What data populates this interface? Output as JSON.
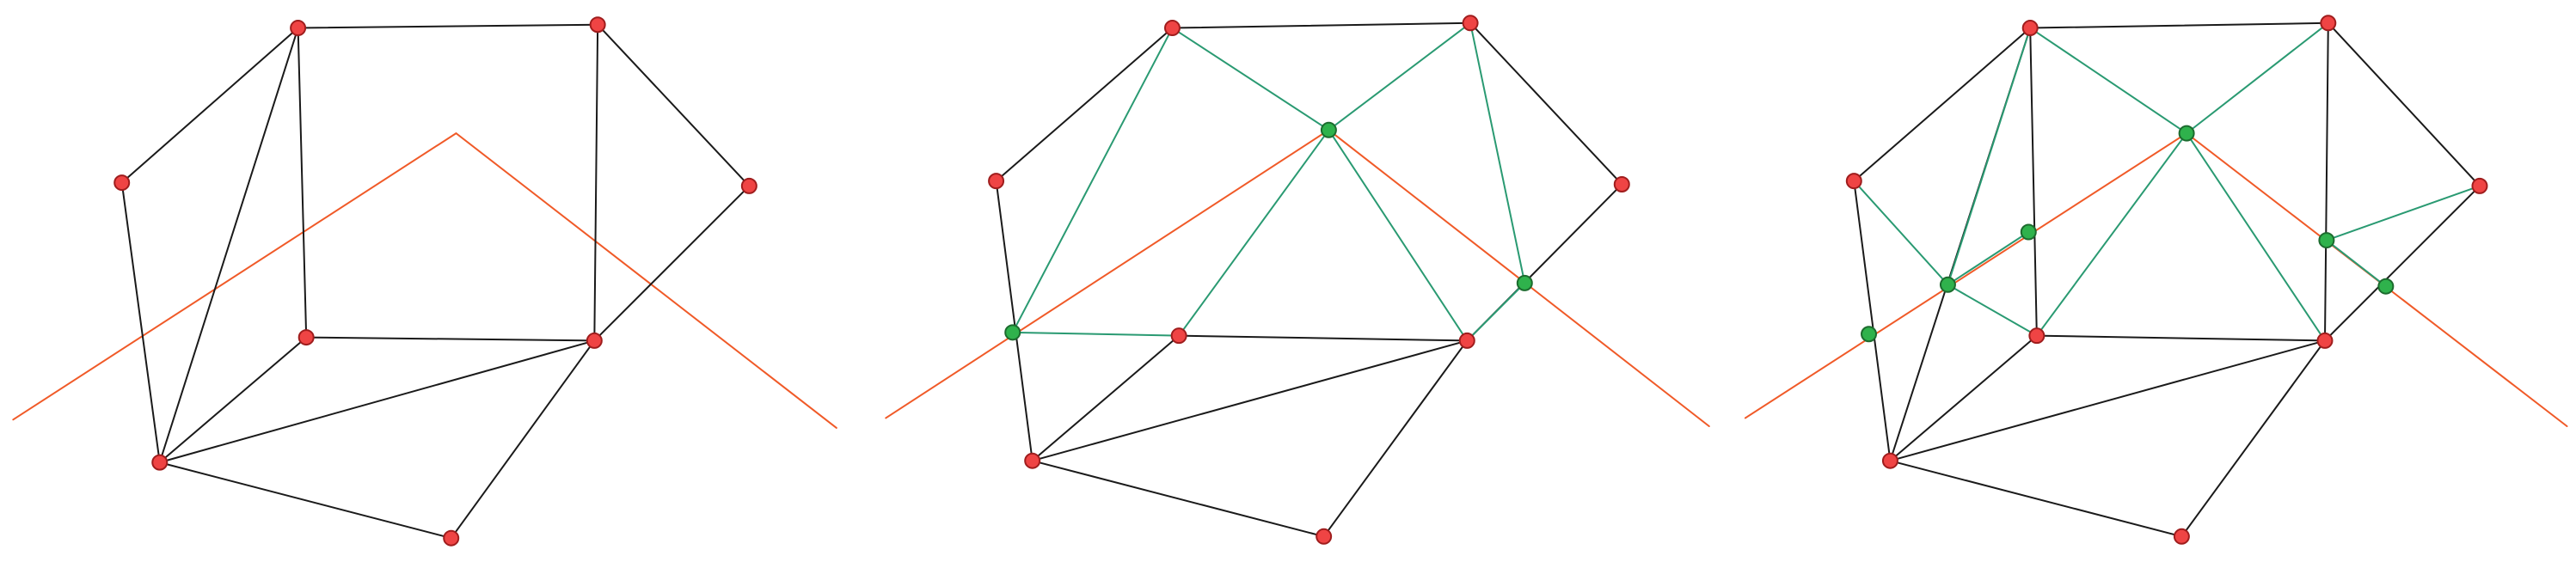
{
  "colors": {
    "background": "#ffffff",
    "original_edge": "#1a1a1a",
    "new_edge": "#2a9a72",
    "cut_polyline": "#f05a28",
    "original_vertex": "#ef4444",
    "new_vertex": "#2fb24c"
  },
  "panels": [
    {
      "id": "panel-1-original-mesh-with-cut-line"
    },
    {
      "id": "panel-2-intersection-vertices-inserted"
    },
    {
      "id": "panel-3-retriangulated-mesh"
    }
  ]
}
